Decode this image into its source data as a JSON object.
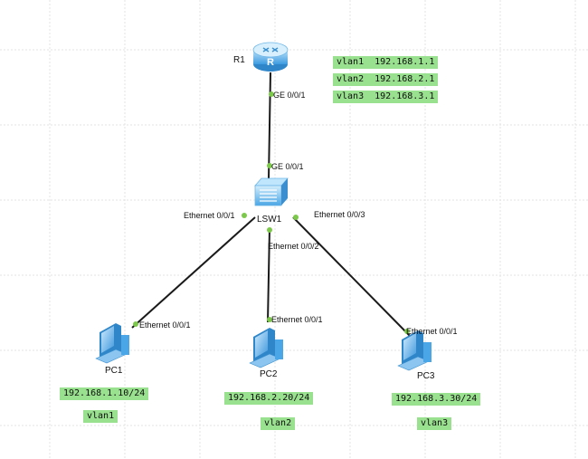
{
  "devices": {
    "router": {
      "name": "R1",
      "icon": "router-icon"
    },
    "switch": {
      "name": "LSW1",
      "icon": "switch-icon"
    },
    "pc1": {
      "name": "PC1",
      "icon": "pc-icon"
    },
    "pc2": {
      "name": "PC2",
      "icon": "pc-icon"
    },
    "pc3": {
      "name": "PC3",
      "icon": "pc-icon"
    }
  },
  "ports": {
    "r1_ge": "GE 0/0/1",
    "sw_ge": "GE 0/0/1",
    "sw_e1": "Ethernet 0/0/1",
    "sw_e2": "Ethernet 0/0/2",
    "sw_e3": "Ethernet 0/0/3",
    "pc1_e": "Ethernet 0/0/1",
    "pc2_e": "Ethernet 0/0/1",
    "pc3_e": "Ethernet 0/0/1"
  },
  "router_vlans": [
    "vlan1  192.168.1.1",
    "vlan2  192.168.2.1",
    "vlan3  192.168.3.1"
  ],
  "pc_labels": {
    "pc1_ip": "192.168.1.10/24",
    "pc1_vlan": "vlan1",
    "pc2_ip": "192.168.2.20/24",
    "pc2_vlan": "vlan2",
    "pc3_ip": "192.168.3.30/24",
    "pc3_vlan": "vlan3"
  },
  "colors": {
    "label_bg": "#99e08f",
    "port_dot": "#7cc84a",
    "link": "#1a1a1a",
    "device_blue": "#5aaee8"
  }
}
